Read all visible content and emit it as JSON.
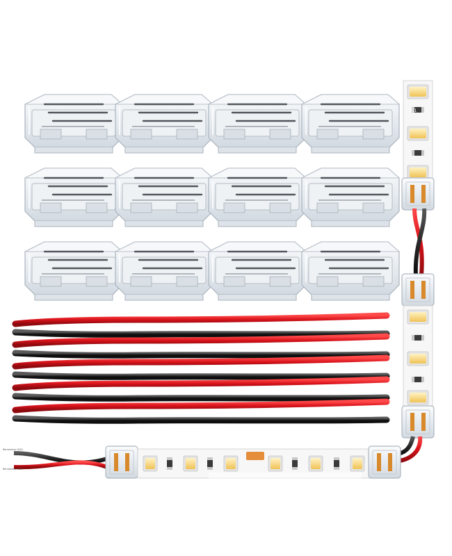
{
  "product": {
    "connector_count": 12,
    "connector_grid": {
      "rows": 3,
      "columns": 4
    },
    "extension_cable_count": 5,
    "wire_colors": {
      "red": "#d8121a",
      "black": "#2a2a2a"
    },
    "connector_color": "#e9eef3",
    "led_chip_color": "#f6d070",
    "strip_color": "#f7f7f7",
    "strip_marking_color": "#e07a1a"
  },
  "strip_labels": {
    "resistor_code": "151",
    "lead_label_red": "Remember 0001",
    "lead_label_black": "Remember 0001"
  }
}
